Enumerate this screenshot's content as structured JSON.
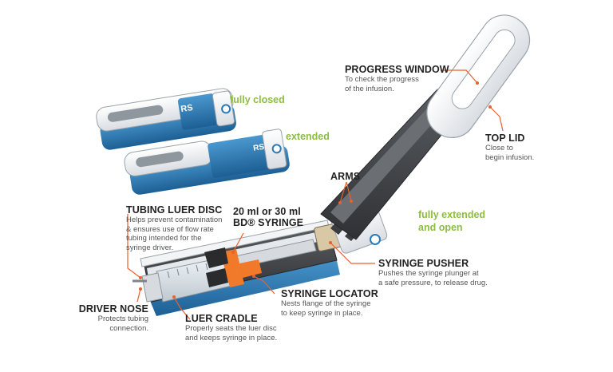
{
  "states": {
    "fully_closed": "fully closed",
    "extended": "extended",
    "fully_extended": "fully extended",
    "and_open": "and open"
  },
  "callouts": {
    "progress_window": {
      "title": "PROGRESS WINDOW",
      "desc1": "To check the progress",
      "desc2": "of the infusion."
    },
    "top_lid": {
      "title": "TOP LID",
      "desc1": "Close to",
      "desc2": "begin infusion."
    },
    "arms": {
      "title": "ARMS"
    },
    "tubing_luer_disc": {
      "title": "TUBING LUER DISC",
      "desc1": "Helps prevent contamination",
      "desc2": "& ensures use of flow rate",
      "desc3": "tubing intended for the",
      "desc4": "syringe driver."
    },
    "syringe": {
      "title1": "20 ml or 30 ml",
      "title2": "BD® SYRINGE"
    },
    "syringe_pusher": {
      "title": "SYRINGE PUSHER",
      "desc1": "Pushes the syringe plunger at",
      "desc2": "a safe pressure, to release drug."
    },
    "syringe_locator": {
      "title": "SYRINGE LOCATOR",
      "desc1": "Nests flange of the syringe",
      "desc2": "to keep syringe in place."
    },
    "driver_nose": {
      "title": "DRIVER NOSE",
      "desc1": "Protects tubing",
      "desc2": "connection."
    },
    "luer_cradle": {
      "title": "LUER CRADLE",
      "desc1": "Properly seats the luer disc",
      "desc2": "and keeps syringe in place."
    }
  },
  "device_badge": "RS",
  "colors": {
    "leader": "#e8622c",
    "green": "#8cbe3f",
    "blue": "#2a7ab7",
    "dark": "#4a4a4a",
    "orange": "#f07a2a",
    "text": "#222222",
    "desc": "#555555"
  }
}
